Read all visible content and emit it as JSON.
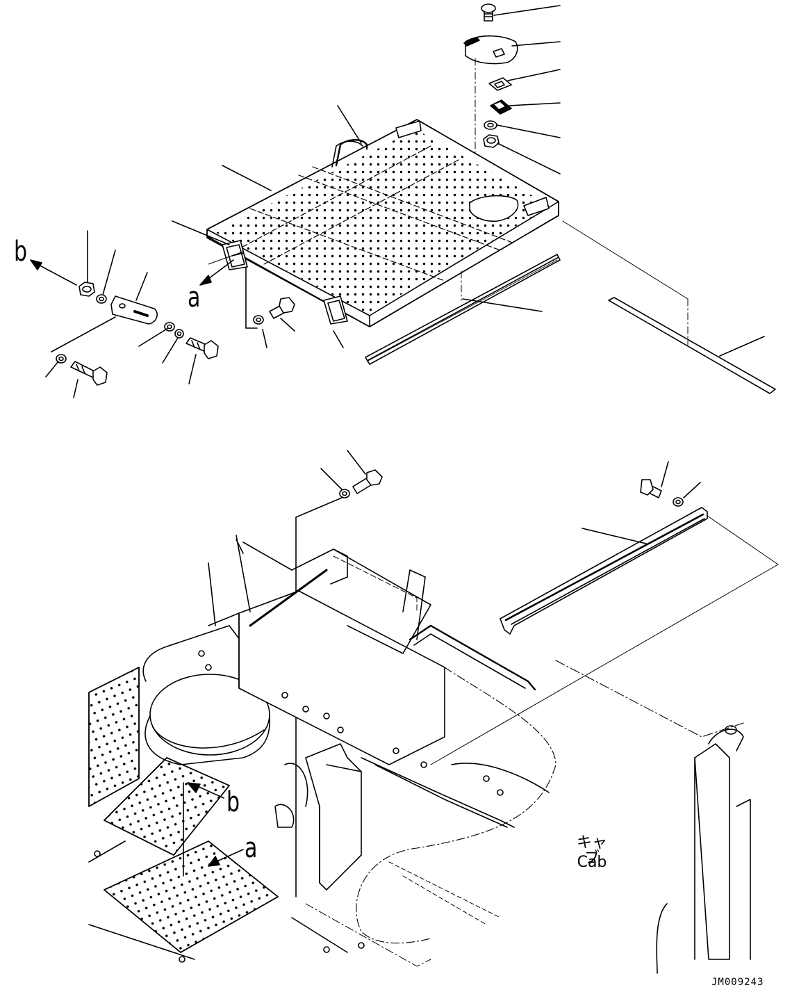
{
  "labels": {
    "b_top": "b",
    "a_top": "a",
    "b_bottom": "b",
    "a_bottom": "a",
    "cab_jp": "キャブ",
    "cab_en": "Cab",
    "drawing_code": "JM009243"
  }
}
